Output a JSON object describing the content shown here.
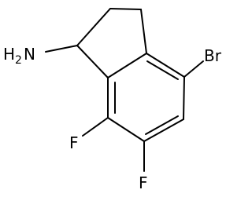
{
  "molecule": {
    "atom_labels": {
      "amine_h": "H",
      "amine_h_count": "2",
      "amine_n": "N",
      "bromine": "Br",
      "fluorine_upper": "F",
      "fluorine_lower": "F"
    }
  },
  "colors": {
    "bond": "#000000",
    "text": "#000000",
    "background": "#ffffff"
  }
}
